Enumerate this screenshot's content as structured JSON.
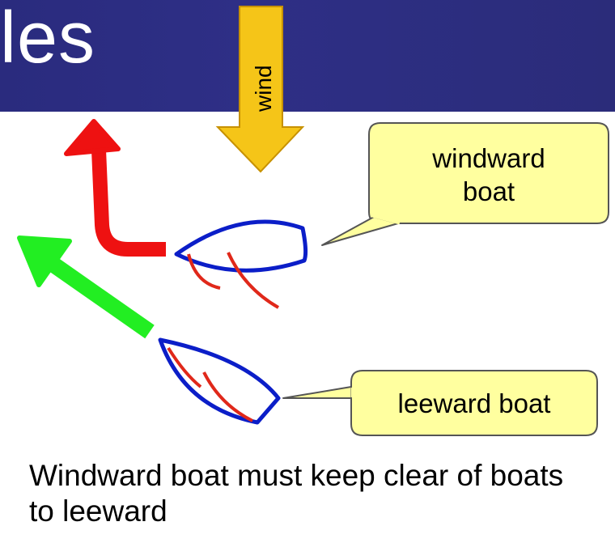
{
  "slide": {
    "title_fragment": "les",
    "wind_label": "wind",
    "windward_callout": "windward\nboat",
    "leeward_callout": "leeward boat",
    "caption": "Windward boat must keep clear of boats to leeward"
  },
  "colors": {
    "header": "#2e2f86",
    "wind_arrow": "#f5c518",
    "callout_fill": "#ffff9f",
    "boat_outline": "#0b1ec8",
    "sail": "#e0281a",
    "red_arrow": "#ee1111",
    "green_arrow": "#22ee22"
  },
  "icons": [
    "wind-arrow",
    "red-turn-arrow",
    "green-course-arrow",
    "windward-boat",
    "leeward-boat"
  ]
}
